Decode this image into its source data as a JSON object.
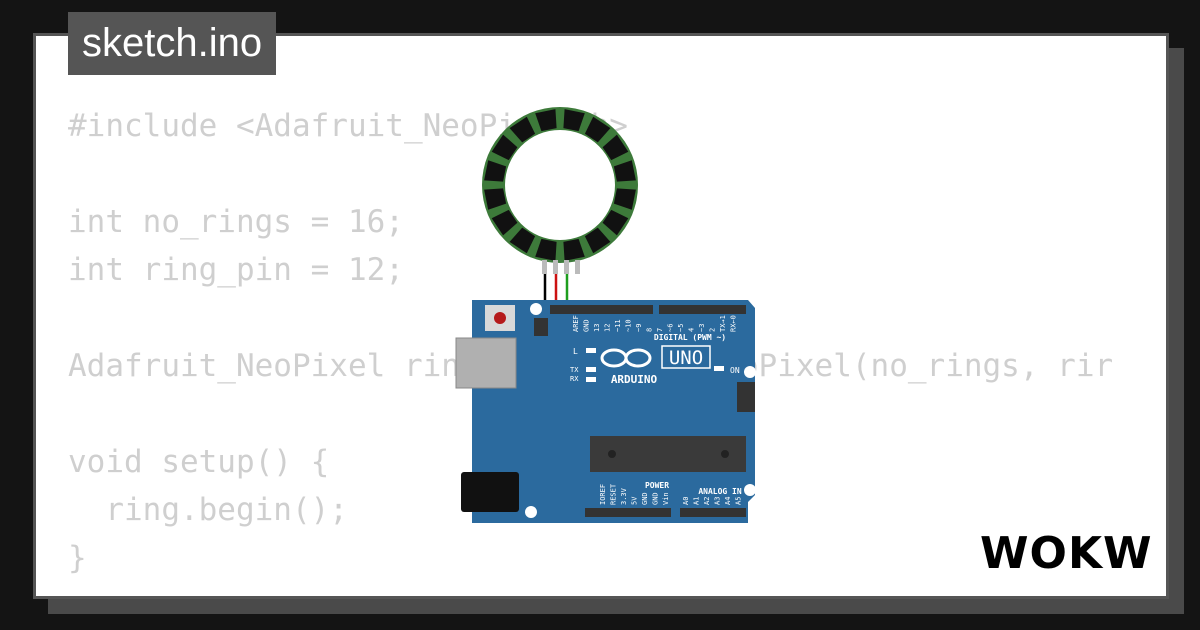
{
  "title_tab": "sketch.ino",
  "code_lines": [
    "#include <Adafruit_NeoPixel.h>",
    "",
    "int no_rings = 16;",
    "int ring_pin = 12;",
    "",
    "Adafruit_NeoPixel ring = Adafruit_NeoPixel(no_rings, rir",
    "",
    "void setup() {",
    "  ring.begin();",
    "}"
  ],
  "board": {
    "model": "UNO",
    "brand": "ARDUINO",
    "digital_label": "DIGITAL (PWM ~)",
    "analog_label": "ANALOG IN",
    "power_label": "POWER",
    "on_label": "ON",
    "l_label": "L",
    "tx_label": "TX",
    "rx_label": "RX",
    "digital_pins": [
      "AREF",
      "GND",
      "13",
      "12",
      "~11",
      "~10",
      "~9",
      "8",
      "7",
      "~6",
      "~5",
      "4",
      "~3",
      "2",
      "TX→1",
      "RX←0"
    ],
    "power_pins": [
      "IOREF",
      "RESET",
      "3.3V",
      "5V",
      "GND",
      "GND",
      "Vin"
    ],
    "analog_pins": [
      "A0",
      "A1",
      "A2",
      "A3",
      "A4",
      "A5"
    ]
  },
  "logo_text": "WOKWi",
  "colors": {
    "board_blue": "#2b6a9e",
    "ring_green": "#3d7a3a",
    "wire_red": "#cc1111",
    "wire_green": "#1e9e1e",
    "wire_black": "#000000"
  },
  "ring_led_count": 16
}
